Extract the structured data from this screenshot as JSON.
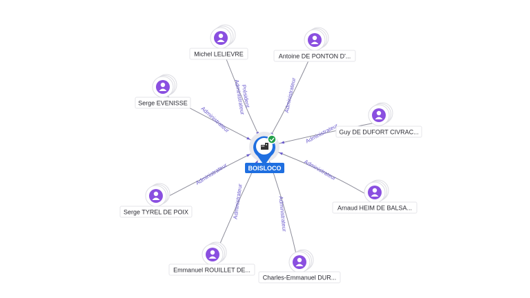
{
  "center": {
    "label": "BOISLOCO",
    "icon": "building-icon",
    "status": "verified-check-icon"
  },
  "persons": [
    {
      "id": "lelievre",
      "name": "Michel LELIEVRE",
      "relation": [
        "Président",
        "Administrateur"
      ],
      "icon": "person-icon"
    },
    {
      "id": "ponton",
      "name": "Antoine DE PONTON D'...",
      "relation": [
        "Administrateur"
      ],
      "icon": "person-icon"
    },
    {
      "id": "evenisse",
      "name": "Serge EVENISSE",
      "relation": [
        "Administrateur"
      ],
      "icon": "person-icon"
    },
    {
      "id": "dufort",
      "name": "Guy DE DUFORT CIVRAC...",
      "relation": [
        "Administrateur"
      ],
      "icon": "person-icon"
    },
    {
      "id": "heim",
      "name": "Arnaud HEIM DE BALSA...",
      "relation": [
        "Administrateur"
      ],
      "icon": "person-icon"
    },
    {
      "id": "tyrel",
      "name": "Serge TYREL DE POIX",
      "relation": [
        "Administrateur"
      ],
      "icon": "person-icon"
    },
    {
      "id": "rouillet",
      "name": "Emmanuel ROUILLET DE...",
      "relation": [
        "Administrateur"
      ],
      "icon": "person-icon"
    },
    {
      "id": "charles",
      "name": "Charles-Emmanuel DUR...",
      "relation": [
        "Administrateur"
      ],
      "icon": "person-icon"
    }
  ],
  "colors": {
    "accent": "#1f6fe0",
    "person": "#8a4fe0",
    "edge_label": "#6a5acd",
    "verified": "#22a04b"
  }
}
